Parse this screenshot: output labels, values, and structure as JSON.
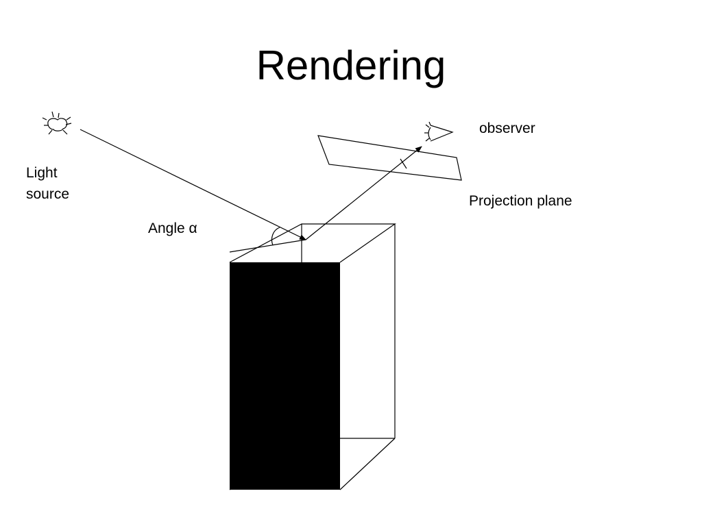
{
  "slide": {
    "title": "Rendering"
  },
  "labels": {
    "light_source_line1": "Light",
    "light_source_line2": "source",
    "observer": "observer",
    "projection_plane": "Projection plane",
    "angle": "Angle α"
  },
  "icons": {
    "light_source": "light-bulb-icon",
    "observer": "eye-icon"
  },
  "colors": {
    "background": "#ffffff",
    "ink": "#000000"
  }
}
